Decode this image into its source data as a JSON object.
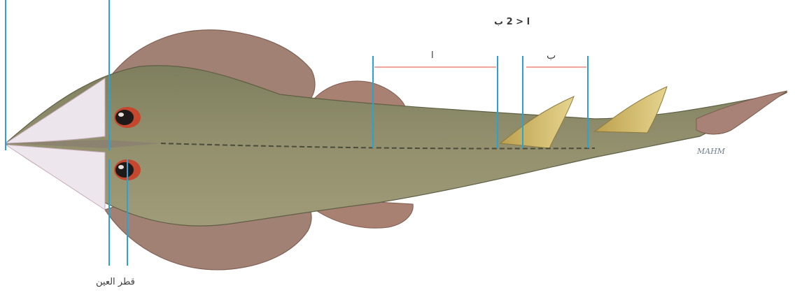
{
  "labels": {
    "formula": "ا < 2 ب",
    "segment_a": "ا",
    "segment_b": "ب",
    "eye_diameter": "قطر العين"
  },
  "signature": "MAHM",
  "colors": {
    "measure_line": "#29a3d4",
    "bracket_line": "#f1a79a",
    "body": "#8c8c6c",
    "fin": "#9c7a6c",
    "snout": "#ece6ec",
    "eye": "#c9472e"
  }
}
